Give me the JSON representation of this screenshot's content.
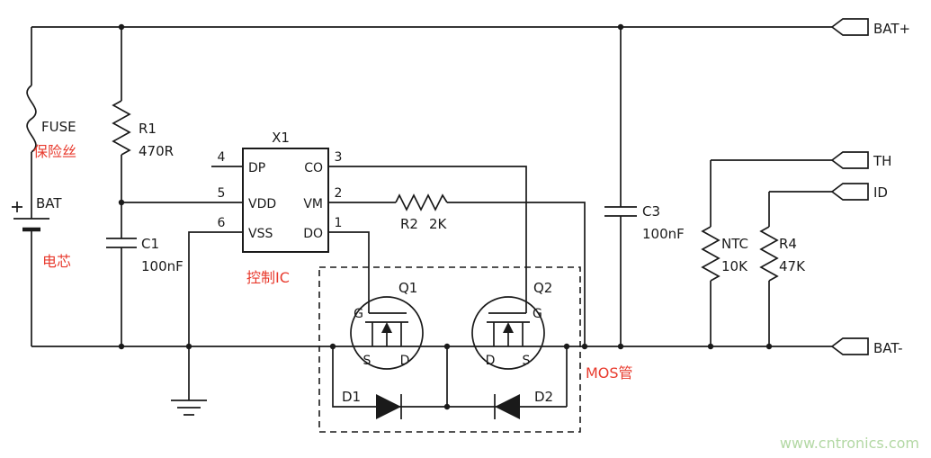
{
  "colors": {
    "wire": "#1a1a1a",
    "annotation_red": "#e83a2d",
    "watermark_green": "#b3d8a4",
    "background": "#ffffff"
  },
  "annotations": {
    "fuse": "保险丝",
    "cell": "电芯",
    "control_ic": "控制IC",
    "mosfets": "MOS管"
  },
  "components": {
    "fuse": {
      "ref": "FUSE"
    },
    "battery": {
      "ref": "BAT"
    },
    "r1": {
      "ref": "R1",
      "value": "470R"
    },
    "c1": {
      "ref": "C1",
      "value": "100nF"
    },
    "x1": {
      "ref": "X1",
      "pins": {
        "dp": {
          "num": "4",
          "label": "DP"
        },
        "vdd": {
          "num": "5",
          "label": "VDD"
        },
        "vss": {
          "num": "6",
          "label": "VSS"
        },
        "co": {
          "num": "3",
          "label": "CO"
        },
        "vm": {
          "num": "2",
          "label": "VM"
        },
        "do": {
          "num": "1",
          "label": "DO"
        }
      }
    },
    "r2": {
      "ref": "R2",
      "value": "2K"
    },
    "q1": {
      "ref": "Q1",
      "gate": "G",
      "source": "S",
      "drain": "D"
    },
    "q2": {
      "ref": "Q2",
      "gate": "G",
      "source": "S",
      "drain": "D"
    },
    "d1": {
      "ref": "D1"
    },
    "d2": {
      "ref": "D2"
    },
    "c3": {
      "ref": "C3",
      "value": "100nF"
    },
    "ntc": {
      "ref": "NTC",
      "value": "10K"
    },
    "r4": {
      "ref": "R4",
      "value": "47K"
    }
  },
  "terminals": {
    "bat_plus": "BAT+",
    "th": "TH",
    "id": "ID",
    "bat_minus": "BAT-"
  },
  "watermark": "www.cntronics.com"
}
